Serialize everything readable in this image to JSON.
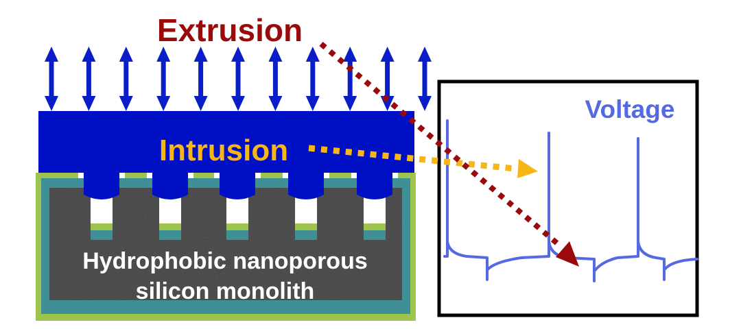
{
  "labels": {
    "extrusion": "Extrusion",
    "intrusion": "Intrusion",
    "voltage": "Voltage",
    "monolith_line1": "Hydrophobic nanoporous",
    "monolith_line2": "silicon monolith"
  },
  "colors": {
    "liquid": "#0010c4",
    "arrow": "#0a1ec8",
    "extrusion": "#9b0a0a",
    "intrusion": "#f7b516",
    "voltage_trace": "#5569e0",
    "voltage_label": "#5569e0",
    "outer_coating": "#9dc44f",
    "inner_coating": "#3f8f97",
    "monolith": "#3b3b3b",
    "monolith_text": "#ffffff",
    "box_border": "#000000"
  },
  "diagram": {
    "arrow_count": 11,
    "pore_count": 5,
    "voltage_spike_count": 3,
    "voltage_dip_count": 3
  }
}
